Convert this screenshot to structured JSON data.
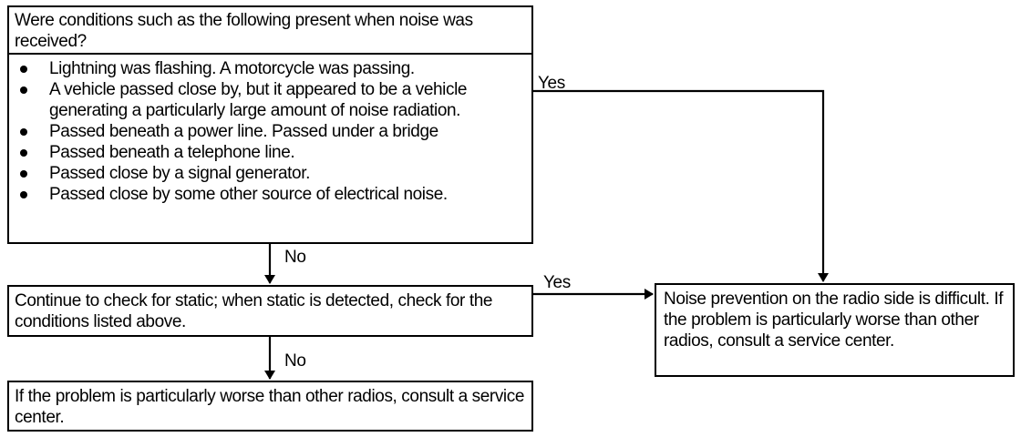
{
  "question": {
    "text": "Were conditions such as the following present when noise was received?"
  },
  "conditions": [
    "Lightning was flashing. A motorcycle was passing.",
    "A vehicle passed close by, but it appeared to be a vehicle generating a particularly large amount of noise radiation.",
    "Passed beneath a power line. Passed under a bridge",
    "Passed beneath a telephone line.",
    "Passed close by a signal generator.",
    "Passed close by some other source of electrical noise."
  ],
  "static_check": {
    "text": "Continue to check for static; when static is detected, check for the conditions listed above."
  },
  "final_step": {
    "text": "If the problem is particularly worse than other radios, consult a service center."
  },
  "service_note": {
    "text": "Noise prevention on the radio side is difficult. If the problem is particularly worse than other radios, consult a service center."
  },
  "labels": {
    "yes_top": "Yes",
    "no_first": "No",
    "yes_middle": "Yes",
    "no_second": "No"
  }
}
